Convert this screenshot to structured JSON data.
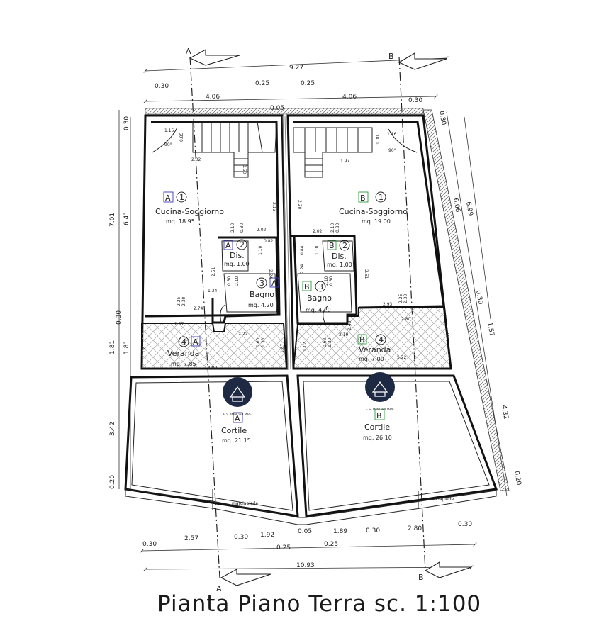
{
  "title": "Pianta Piano Terra sc. 1:100",
  "section_markers": {
    "a": "A",
    "b": "B"
  },
  "colors": {
    "unit_a": "#3a3ab8",
    "unit_b": "#2f9a3a",
    "wall": "#111111",
    "hatch": "#9a9a9a",
    "logo": "#1e2a44"
  },
  "units": {
    "a": {
      "letter": "A",
      "rooms": [
        {
          "num": "1",
          "name": "Cucina-Soggiorno",
          "area": "mq. 18.95"
        },
        {
          "num": "2",
          "name": "Dis.",
          "area": "mq. 1.00"
        },
        {
          "num": "3",
          "name": "Bagno",
          "area": "mq. 4.20"
        },
        {
          "num": "4",
          "name": "Veranda",
          "area": "mq. 7.85"
        }
      ],
      "court": {
        "name": "Cortile",
        "area": "mq. 21.15"
      }
    },
    "b": {
      "letter": "B",
      "rooms": [
        {
          "num": "1",
          "name": "Cucina-Soggiorno",
          "area": "mq. 19.00"
        },
        {
          "num": "2",
          "name": "Dis.",
          "area": "mq. 1.00"
        },
        {
          "num": "3",
          "name": "Bagno",
          "area": "mq. 4.20"
        },
        {
          "num": "4",
          "name": "Veranda",
          "area": "mq. 7.00"
        }
      ],
      "court": {
        "name": "Cortile",
        "area": "mq. 26.10"
      }
    }
  },
  "sidewalk": "marciapiede",
  "logo_text": "E.S. IMMOBILIARE",
  "dimensions": {
    "top": {
      "total": "9.27",
      "wall_left": "0.30",
      "left": "4.06",
      "gap_a": "0.25",
      "gap_b": "0.25",
      "mid": "0.05",
      "right": "4.06",
      "wall_right": "0.30"
    },
    "bottom": {
      "total": "10.93",
      "d1": "0.30",
      "d2": "2.57",
      "d3": "0.30",
      "d4": "1.92",
      "d5": "0.05",
      "d6": "1.89",
      "d7": "0.30",
      "d8": "2.80",
      "d9": "0.30",
      "g1": "0.25",
      "g2": "0.25"
    },
    "left": {
      "wall_top": "0.30",
      "outer": "7.01",
      "inner": "6.41",
      "wall_mid": "0.30",
      "ver_outer": "1.81",
      "ver_inner": "1.81",
      "court": "3.42",
      "wall_bottom": "0.20"
    },
    "right": {
      "wall_top": "0.30",
      "outer": "6.99",
      "inner": "6.06",
      "wall_mid": "0.30",
      "ver": "1.57",
      "court": "4.32",
      "wall_bottom": "0.20"
    },
    "inner": {
      "a": [
        "1.15",
        "0.85",
        "90°",
        "2.02",
        "0.50",
        "2.13",
        "0.80",
        "2.10",
        "2.02",
        "0.82",
        "1.10",
        "2.10",
        "0.80",
        "2.51",
        "2.24",
        "1.34",
        "2.25",
        "2.30",
        "2.74",
        "2.57",
        "2.22",
        "0.60",
        "1.30",
        "1.81",
        "1.87",
        "4.99"
      ],
      "b": [
        "1.16",
        "1.00",
        "90°",
        "1.97",
        "2.20",
        "2.02",
        "0.80",
        "2.10",
        "0.84",
        "1.10",
        "2.10",
        "0.80",
        "2.24",
        "2.51",
        "2.25",
        "2.30",
        "2.93",
        "2.80",
        "2.43",
        "2.19",
        "0.60",
        "1.30",
        "1.12",
        "1.57",
        "5.22"
      ]
    }
  }
}
